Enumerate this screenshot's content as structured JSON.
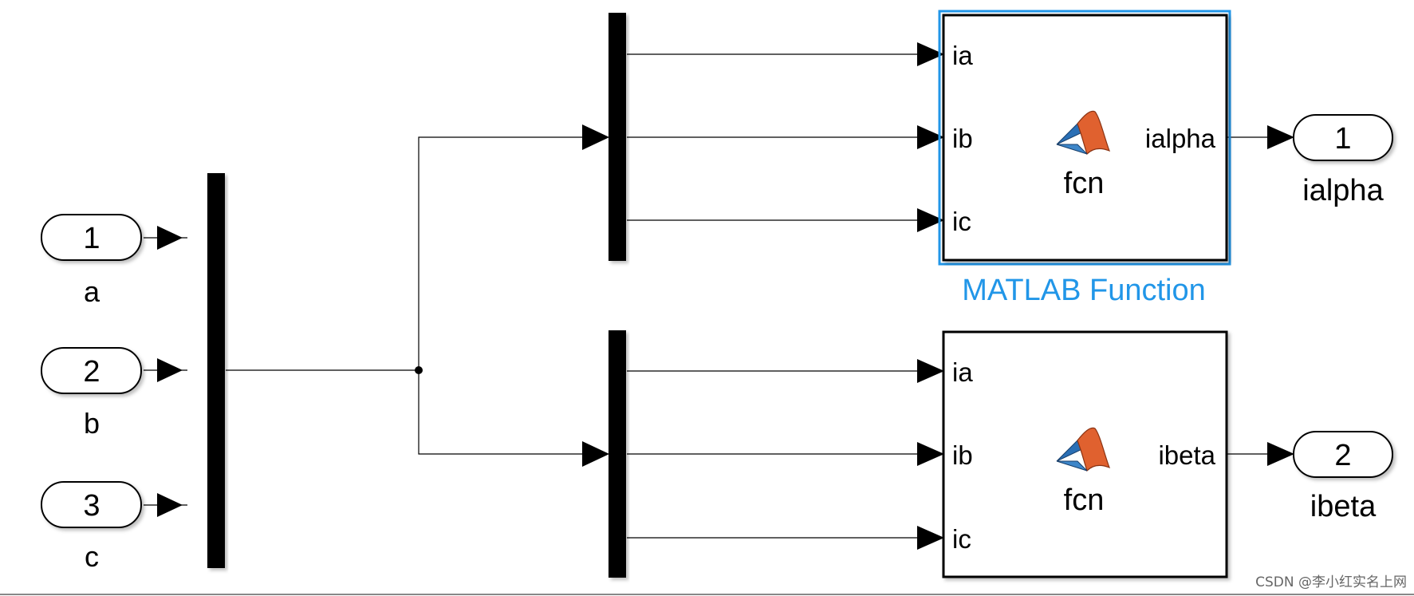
{
  "inports": [
    {
      "number": "1",
      "name": "a"
    },
    {
      "number": "2",
      "name": "b"
    },
    {
      "number": "3",
      "name": "c"
    }
  ],
  "fcn_blocks": [
    {
      "inputs": [
        "ia",
        "ib",
        "ic"
      ],
      "output": "ialpha",
      "center_label": "fcn",
      "block_name": "MATLAB Function",
      "selected": true
    },
    {
      "inputs": [
        "ia",
        "ib",
        "ic"
      ],
      "output": "ibeta",
      "center_label": "fcn",
      "block_name": "",
      "selected": false
    }
  ],
  "outports": [
    {
      "number": "1",
      "name": "ialpha"
    },
    {
      "number": "2",
      "name": "ibeta"
    }
  ],
  "watermark": "CSDN @李小红实名上网",
  "colors": {
    "selection": "#2196e8",
    "matlab_logo_orange": "#e0612f",
    "matlab_logo_blue": "#2a6fb5"
  }
}
